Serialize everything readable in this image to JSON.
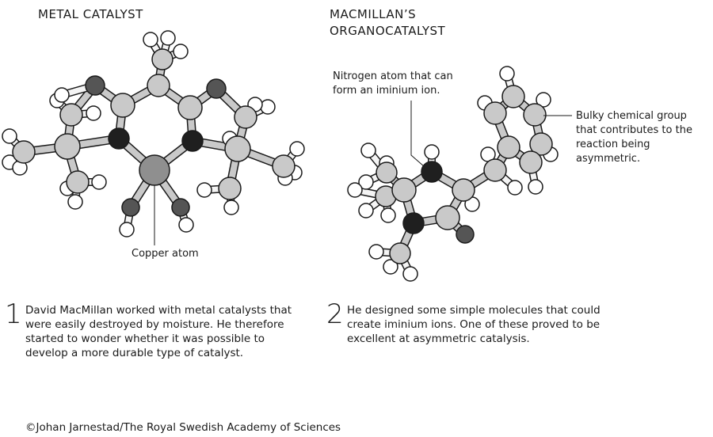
{
  "left": {
    "title": "METAL CATALYST",
    "annotation": "Copper atom",
    "step_number": "1",
    "step_text": "David MacMillan worked with metal catalysts that were easily destroyed by moisture. He therefore started to wonder whether it was possible to develop a more durable type of catalyst."
  },
  "right": {
    "title_line1": "MACMILLAN’S",
    "title_line2": "ORGANOCATALYST",
    "annotation_nitrogen_line1": "Nitrogen atom that can",
    "annotation_nitrogen_line2": "form an iminium ion.",
    "annotation_bulky_line1": "Bulky chemical group",
    "annotation_bulky_line2": "that contributes to the",
    "annotation_bulky_line3": "reaction being",
    "annotation_bulky_line4": "asymmetric.",
    "step_number": "2",
    "step_text": "He designed some simple molecules that could create iminium ions. One of these proved to be excellent at asymmetric catalysis."
  },
  "credit": "©Johan Jarnestad/The Royal Swedish Academy of Sciences",
  "colors": {
    "carbon": "#c9c9c9",
    "hydrogen": "#ffffff",
    "nitrogen": "#1f1f1f",
    "oxygen": "#555555",
    "copper": "#8f8f8f",
    "outline": "#1a1a1a"
  }
}
